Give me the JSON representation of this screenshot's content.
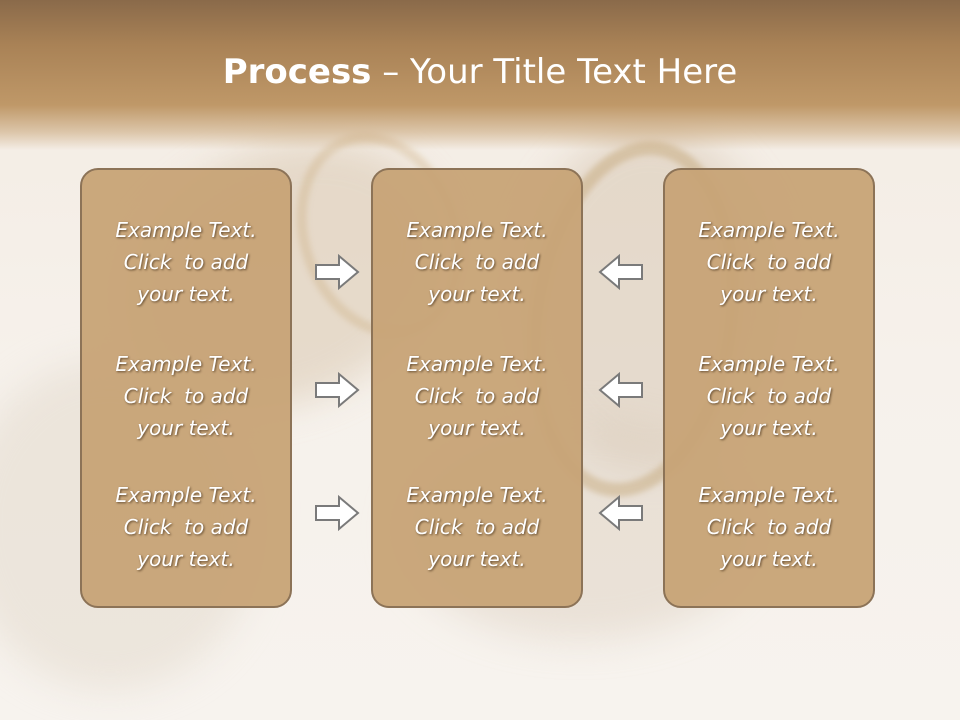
{
  "title": {
    "bold": "Process",
    "rest": " – Your Title Text Here"
  },
  "columns": [
    {
      "items": [
        {
          "line1": "Example Text.",
          "line2": "Click  to add",
          "line3": "your text."
        },
        {
          "line1": "Example Text.",
          "line2": "Click  to add",
          "line3": "your text."
        },
        {
          "line1": "Example Text.",
          "line2": "Click  to add",
          "line3": "your text."
        }
      ]
    },
    {
      "items": [
        {
          "line1": "Example Text.",
          "line2": "Click  to add",
          "line3": "your text."
        },
        {
          "line1": "Example Text.",
          "line2": "Click  to add",
          "line3": "your text."
        },
        {
          "line1": "Example Text.",
          "line2": "Click  to add",
          "line3": "your text."
        }
      ]
    },
    {
      "items": [
        {
          "line1": "Example Text.",
          "line2": "Click  to add",
          "line3": "your text."
        },
        {
          "line1": "Example Text.",
          "line2": "Click  to add",
          "line3": "your text."
        },
        {
          "line1": "Example Text.",
          "line2": "Click  to add",
          "line3": "your text."
        }
      ]
    }
  ],
  "arrows": {
    "left_group": "arrow-right-icon",
    "right_group": "arrow-left-icon"
  },
  "colors": {
    "header": "#a98256",
    "box_fill": "#c7a376",
    "box_border": "#8c7357",
    "text": "#ffffff",
    "arrow_stroke": "#7a7a7a"
  }
}
